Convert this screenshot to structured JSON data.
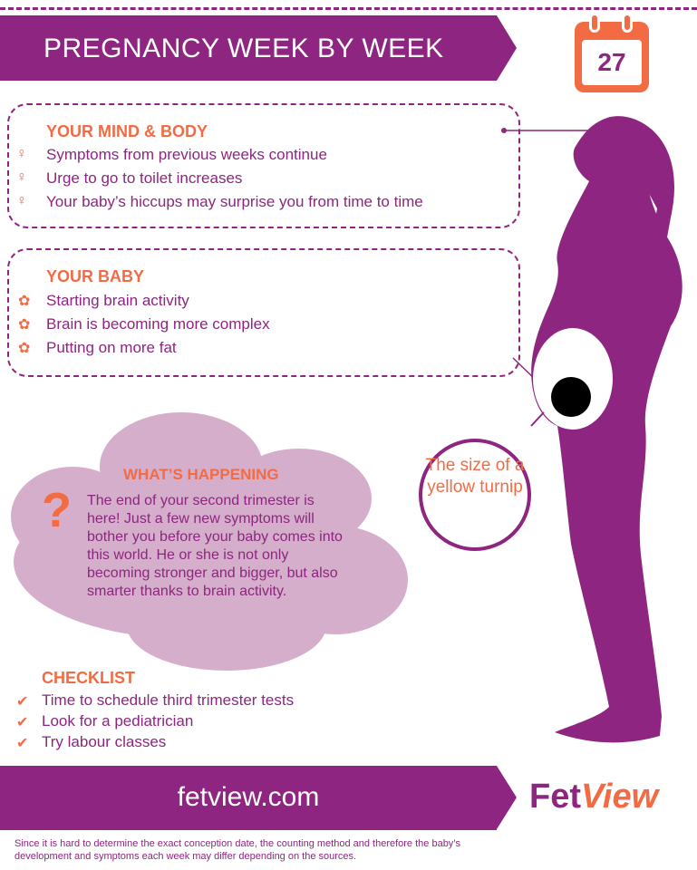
{
  "header": {
    "title": "PREGNANCY WEEK BY WEEK",
    "week": "27"
  },
  "mind_body": {
    "heading": "YOUR MIND & BODY",
    "items": [
      "Symptoms from previous weeks continue",
      "Urge to go to toilet increases",
      "Your baby’s hiccups may surprise you from time to time"
    ],
    "icon": "female-symbol-icon"
  },
  "baby": {
    "heading": "YOUR BABY",
    "items": [
      "Starting brain activity",
      "Brain is becoming more complex",
      "Putting on more fat"
    ],
    "icon": "pacifier-icon"
  },
  "happening": {
    "heading": "WHAT’S HAPPENING",
    "mark": "?",
    "text": "The end of your second trimester is here! Just a few new symptoms will bother you before your baby comes into this world. He or she is not only becoming stronger and bigger, but also smarter thanks to brain activity."
  },
  "size": {
    "text": "The size of a yellow turnip"
  },
  "checklist": {
    "heading": "CHECKLIST",
    "items": [
      "Time to schedule third trimester tests",
      "Look for a pediatrician",
      "Try labour classes"
    ]
  },
  "footer": {
    "url": "fetview.com",
    "logo_a": "Fet",
    "logo_b": "View",
    "disclaimer": "Since it is hard to determine the exact conception date, the counting method and therefore the baby’s development and symptoms each week may differ depending on the sources."
  },
  "colors": {
    "purple": "#8e2580",
    "orange": "#f26b43",
    "lilac": "#d4aecb"
  }
}
